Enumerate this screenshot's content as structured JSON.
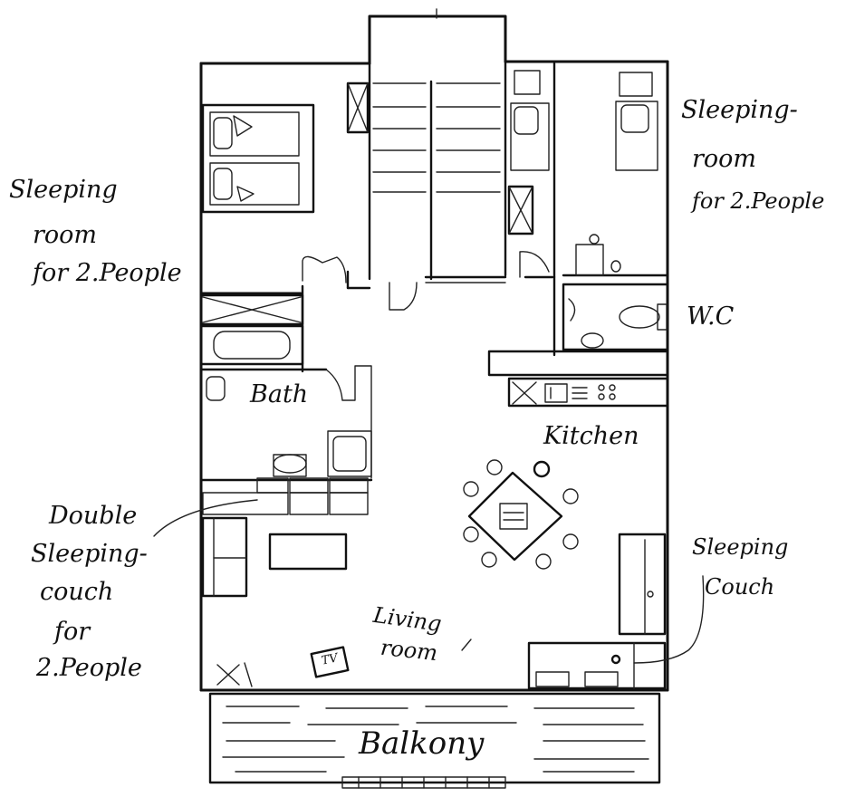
{
  "labels": {
    "sleeping_left": [
      "Sleeping",
      "room",
      "for 2.People"
    ],
    "sleeping_right": [
      "Sleeping-",
      "room",
      "for 2.People"
    ],
    "wc": "W.C",
    "bath": "Bath",
    "kitchen": "Kitchen",
    "double_couch": [
      "Double",
      "Sleeping-",
      "couch",
      "for",
      "2.People"
    ],
    "sleeping_couch": [
      "Sleeping",
      "Couch"
    ],
    "living_room": [
      "Living",
      "room"
    ],
    "tv": "TV",
    "balcony": "Balkony"
  },
  "colors": {
    "ink": "#111111",
    "paper": "#ffffff"
  }
}
